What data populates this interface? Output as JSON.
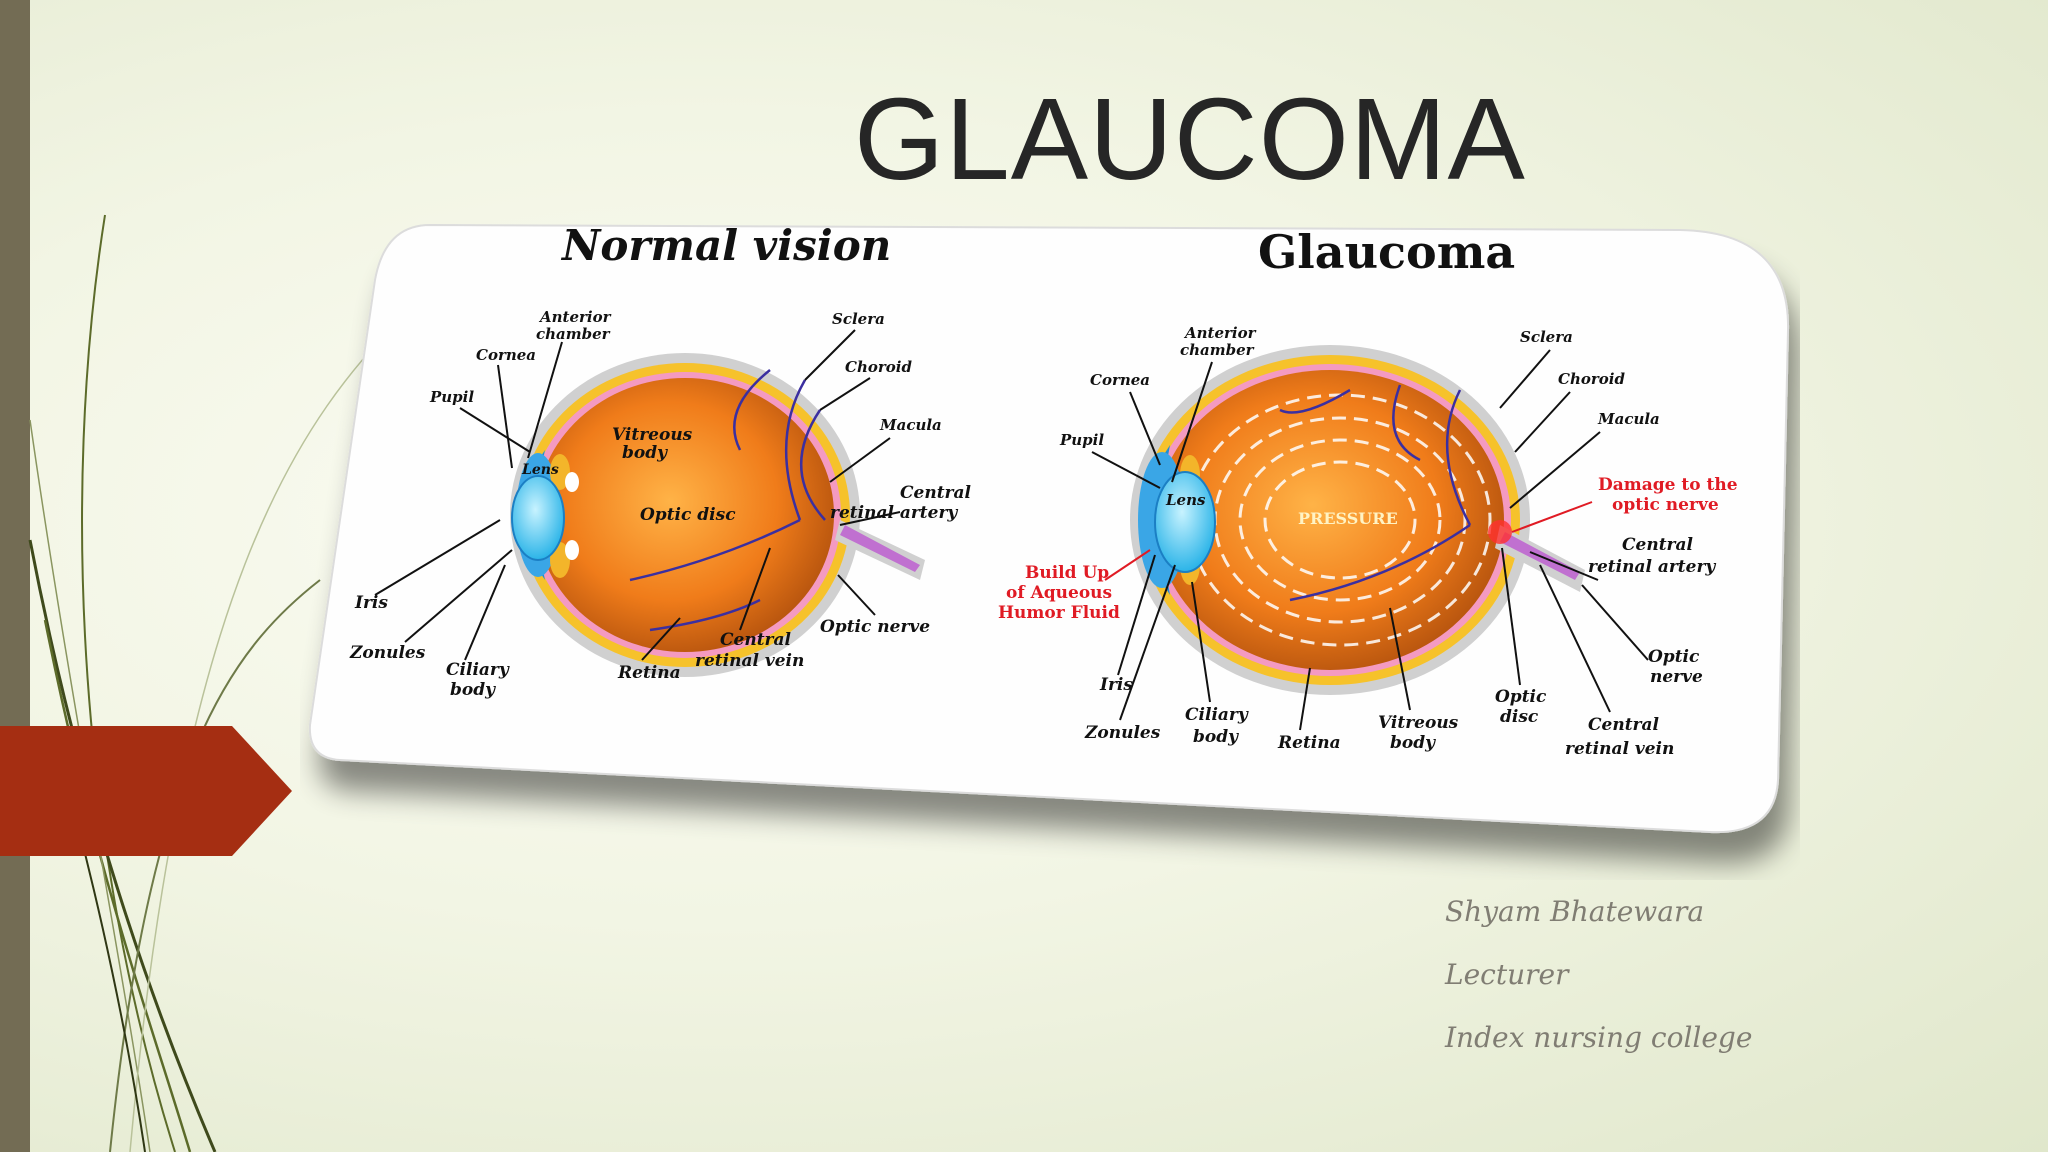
{
  "slide": {
    "title": "GLAUCOMA",
    "author": "Shyam Bhatewara",
    "role": "Lecturer",
    "institution": "Index nursing college"
  },
  "diagram": {
    "normal": {
      "heading": "Normal vision",
      "labels": {
        "anterior_chamber_1": "Anterior",
        "anterior_chamber_2": "chamber",
        "cornea": "Cornea",
        "pupil": "Pupil",
        "lens": "Lens",
        "vitreous_1": "Vitreous",
        "vitreous_2": "body",
        "optic_disc": "Optic disc",
        "sclera": "Sclera",
        "choroid": "Choroid",
        "macula": "Macula",
        "central_artery_1": "Central",
        "central_artery_2": "retinal artery",
        "iris": "Iris",
        "zonules": "Zonules",
        "ciliary_1": "Ciliary",
        "ciliary_2": "body",
        "retina": "Retina",
        "central_vein_1": "Central",
        "central_vein_2": "retinal vein",
        "optic_nerve": "Optic nerve"
      }
    },
    "glaucoma": {
      "heading": "Glaucoma",
      "labels": {
        "anterior_chamber_1": "Anterior",
        "anterior_chamber_2": "chamber",
        "cornea": "Cornea",
        "pupil": "Pupil",
        "lens": "Lens",
        "pressure": "PRESSURE",
        "sclera": "Sclera",
        "choroid": "Choroid",
        "macula": "Macula",
        "damage_1": "Damage to the",
        "damage_2": "optic nerve",
        "central_artery_1": "Central",
        "central_artery_2": "retinal artery",
        "buildup_1": "Build Up",
        "buildup_2": "of Aqueous",
        "buildup_3": "Humor Fluid",
        "optic_nerve_1": "Optic",
        "optic_nerve_2": "nerve",
        "iris": "Iris",
        "zonules": "Zonules",
        "ciliary_1": "Ciliary",
        "ciliary_2": "body",
        "retina": "Retina",
        "vitreous_1": "Vitreous",
        "vitreous_2": "body",
        "optic_disc_1": "Optic",
        "optic_disc_2": "disc",
        "central_vein_1": "Central",
        "central_vein_2": "retinal vein"
      }
    }
  }
}
